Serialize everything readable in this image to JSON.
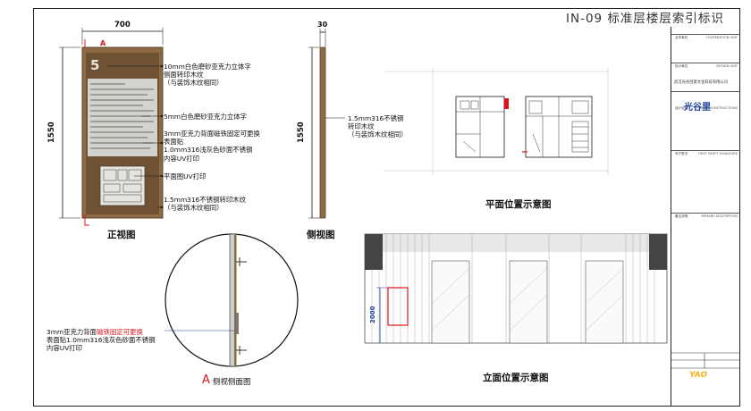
{
  "sheet_title": "IN-09 标准层楼层索引标识",
  "front_view": {
    "caption": "正视图",
    "width_dim": "700",
    "height_dim": "1550",
    "section_mark": "A",
    "floor_number": "5"
  },
  "side_view": {
    "caption": "侧视图",
    "depth_dim": "30",
    "height_dim": "1550",
    "note": "1.5mm316不锈钢\n转印木纹\n（与装饰木纹相同）"
  },
  "annotations": {
    "a1": "10mm白色磨砂亚克力立体字\n侧面转印木纹\n（与装饰木纹相同）",
    "a2": "5mm白色磨砂亚克力立体字",
    "a3": "3mm亚克力背面磁铁固定可更换\n表面贴\n1.0mm316浅灰色砂面不锈钢\n内容UV打印",
    "a4": "平面图UV打印",
    "a5": "1.5mm316不锈钢转印木纹\n（与装饰木纹相同）"
  },
  "detail": {
    "caption_letter": "A",
    "caption": "侧视侧面图",
    "note_prefix": "3mm亚克力背面",
    "note_red": "磁铁固定可更换",
    "note_rest": "表面贴1.0mm316浅灰色砂面不锈钢\n内容UV打印"
  },
  "plan": {
    "caption": "平面位置示意图"
  },
  "elevation": {
    "caption": "立面位置示意图",
    "height_dim": "2000"
  },
  "title_block": {
    "rows": [
      {
        "label": "合作单位",
        "en": "COOPERATION UNIT",
        "value": ""
      },
      {
        "label": "设计单位",
        "en": "DESIGN UNIT",
        "value": "武汉光谷创意文化科技有限公司"
      },
      {
        "label": "设计说明",
        "en": "DESIGN INSTRUCTIONS",
        "value": ""
      },
      {
        "label": "甲方签字",
        "en": "FIRST PARTY SIGNATURE",
        "value": ""
      },
      {
        "label": "备注说明",
        "en": "REMARK DESCRIPTION",
        "value": ""
      }
    ],
    "logo_text": "光谷里",
    "brand": "YAO"
  },
  "colors": {
    "panel_wood": "#8b6a45",
    "panel_face": "#d4d2cc",
    "accent_red": "#d9141b",
    "title_blue": "#1e40a0"
  }
}
